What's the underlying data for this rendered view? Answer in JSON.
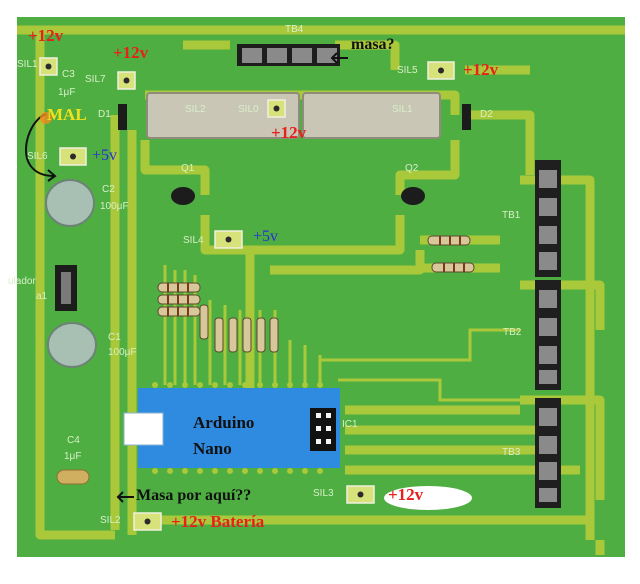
{
  "silkscreen": {
    "tb4": "TB4",
    "sil1": "SIL1",
    "c3": "C3",
    "c3_value": "1μF",
    "sil7": "SIL7",
    "d1": "D1",
    "sil2_relay": "SIL2",
    "sil0": "SIL0",
    "sil1_relay": "SIL1",
    "d2": "D2",
    "sil5": "SIL5",
    "sil6": "SIL6",
    "c2": "C2",
    "c2_value": "100μF",
    "q1": "Q1",
    "q2": "Q2",
    "tb1": "TB1",
    "sil4": "SIL4",
    "regulator_a": "ulador",
    "regulator_b": "a1",
    "c1": "C1",
    "c1_value": "100μF",
    "tb2": "TB2",
    "ic1": "IC1",
    "tb3": "TB3",
    "c4": "C4",
    "c4_value": "1μF",
    "sil3": "SIL3",
    "sil2": "SIL2"
  },
  "annotations": {
    "v12_top_left": "+12v",
    "v12_sil7": "+12v",
    "masa": "masa?",
    "v12_sil5": "+12v",
    "mal": "MAL",
    "v5_sil6": "+5v",
    "v12_center": "+12v",
    "v5_sil4": "+5v",
    "v12_sil3": "+12v",
    "masa_por_aqui": "Masa por aquí??",
    "v12_bateria": "+12v Batería"
  },
  "arduino": {
    "line1": "Arduino",
    "line2": "Nano"
  },
  "colors": {
    "board": "#4eae42",
    "trace": "#a9c83a",
    "red_label": "#e8201c",
    "blue_label": "#2a2fd6",
    "arduino": "#2f8be0",
    "yellow_label": "#f3e21a"
  }
}
